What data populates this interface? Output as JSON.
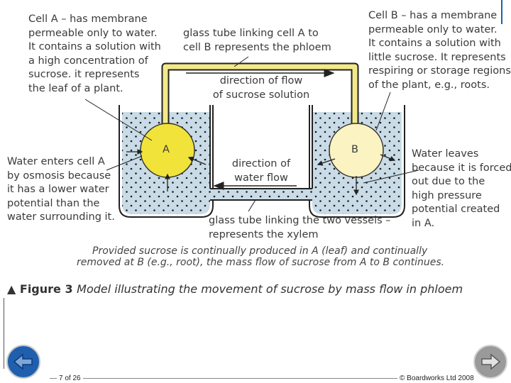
{
  "labels": {
    "cell_a_desc": [
      "Cell A – has membrane",
      "permeable only to water.",
      "It contains a solution with",
      "a high concentration of",
      "sucrose. it represents",
      "the leaf of a plant."
    ],
    "phloem_tube": [
      "glass tube linking cell A to",
      "cell B represents the phloem"
    ],
    "cell_b_desc": [
      "Cell B – has a membrane",
      "permeable only to water.",
      "It contains a solution with",
      "little sucrose. It represents",
      "respiring or storage regions",
      "of the plant, e.g., roots."
    ],
    "sucrose_flow": [
      "direction of flow",
      "of sucrose solution"
    ],
    "water_flow": [
      "direction of",
      "water flow"
    ],
    "water_enters": [
      "Water enters cell A",
      "by osmosis because",
      "it has a lower water",
      "potential than the",
      "water surrounding it."
    ],
    "water_leaves": [
      "Water leaves",
      "because it is forced",
      "out due to the",
      "high pressure",
      "potential created",
      "in A."
    ],
    "xylem_tube": [
      "glass tube linking the two vessels –",
      "represents the xylem"
    ],
    "cell_a_letter": "A",
    "cell_b_letter": "B"
  },
  "note": [
    "Provided sucrose is continually produced in A (leaf) and continually",
    "removed at B (e.g., root), the mass flow of sucrose from A to B continues."
  ],
  "caption": {
    "marker": "▲",
    "figure": "Figure 3",
    "title": "Model illustrating the movement of sucrose by mass flow in phloem"
  },
  "footer": {
    "page": "7 of 26",
    "copyright": "© Boardworks Ltd 2008"
  },
  "colors": {
    "water": "#c9dbe6",
    "cell_a": "#f2e33a",
    "cell_b": "#fbf3c2",
    "phloem_tube": "#f3e98a",
    "nav_blue": "#1f5fae",
    "nav_grey": "#9a9a9a"
  }
}
